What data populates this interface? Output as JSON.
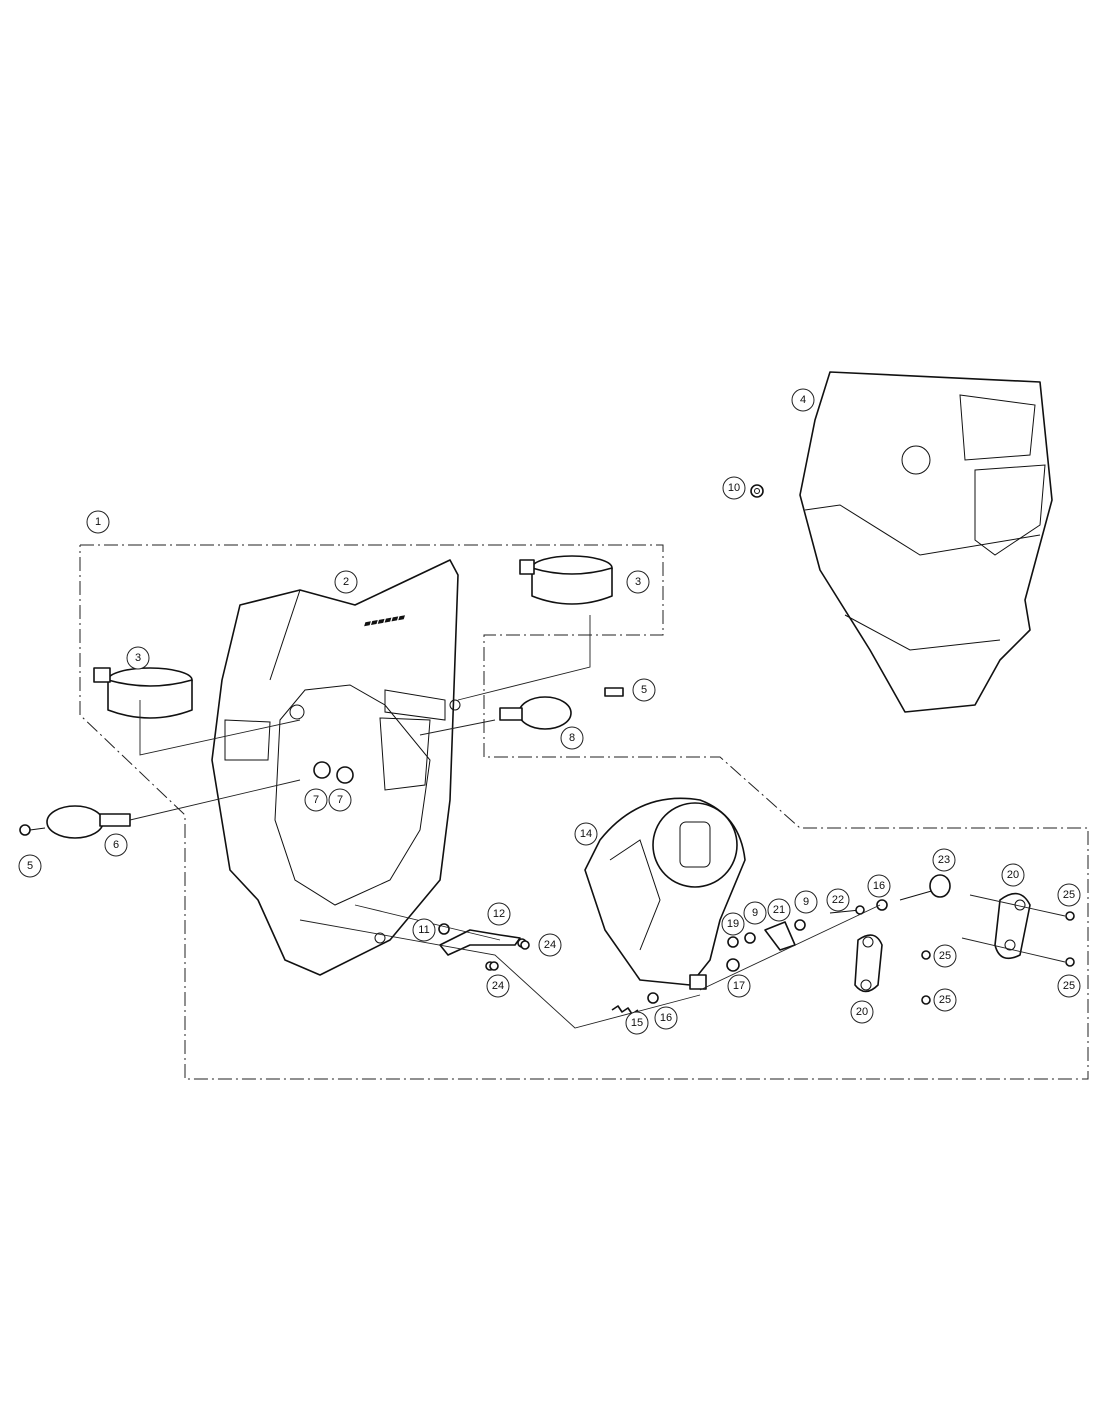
{
  "diagram": {
    "type": "exploded-parts-view",
    "callouts": [
      "1",
      "2",
      "3",
      "3",
      "4",
      "10",
      "5",
      "8",
      "7",
      "7",
      "5",
      "6",
      "14",
      "23",
      "20",
      "16",
      "22",
      "9",
      "21",
      "9",
      "19",
      "12",
      "11",
      "24",
      "24",
      "25",
      "25",
      "25",
      "17",
      "20",
      "25",
      "15",
      "16"
    ]
  },
  "colors": {
    "line": "#111111",
    "background": "#ffffff"
  }
}
